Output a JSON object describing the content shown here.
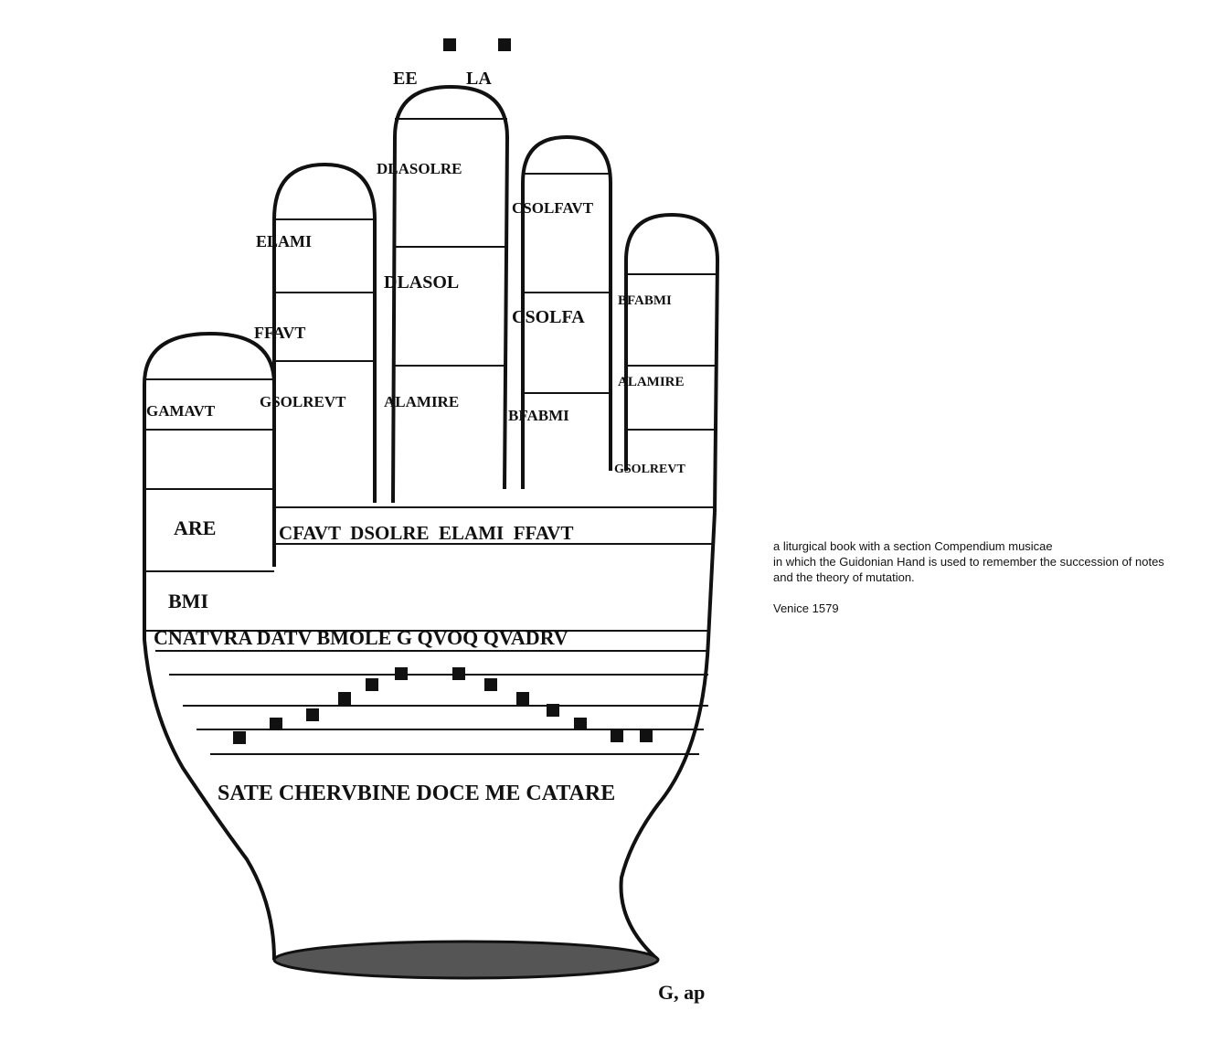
{
  "caption": {
    "lines": [
      "a liturgical book with a section Compendium musicae",
      "in which the Guidonian Hand is used to remember the succession of notes",
      "and the theory of mutation."
    ],
    "place_date": "Venice 1579"
  },
  "illustration": {
    "top_labels": [
      "EE",
      "LA"
    ],
    "fingertip_labels": {
      "thumb": [
        "GAMAVT",
        "ARE",
        "BMI"
      ],
      "index": [
        "ELAMI",
        "FFAVT",
        "GSOLREVT"
      ],
      "middle": [
        "DLASOLRE",
        "DLASOL",
        "ALAMIRE"
      ],
      "ring": [
        "CSOLFAVT",
        "CSOLFA",
        "BFABMI"
      ],
      "pinky": [
        "BFABMI",
        "ALAMIRE",
        "GSOLREVT"
      ]
    },
    "palm_row": "CFAVT  DSOLRE  ELAMI  FFAVT",
    "natura_line": "CNATVRA DATV BMOLE G QVOQ QVADRV",
    "chant_text": "SATE CHERVBINE DOCE ME CATARE",
    "signature": "G, ap"
  }
}
